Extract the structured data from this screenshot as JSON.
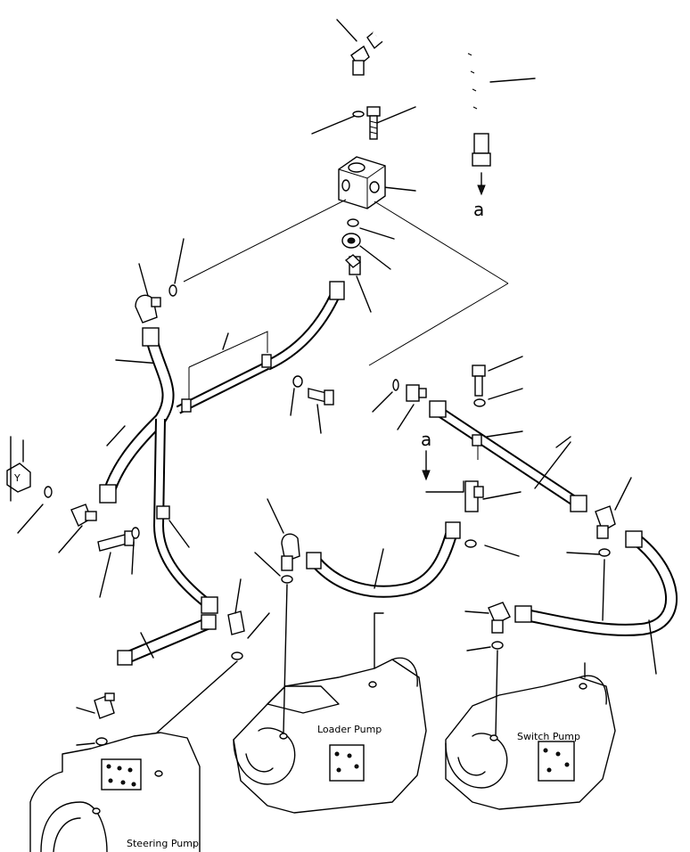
{
  "diagram": {
    "callouts": {
      "a_top": "a",
      "a_middle": "a"
    },
    "components": {
      "loader_pump": "Loader Pump",
      "switch_pump": "Switch Pump",
      "steering_pump": "Steering Pump"
    }
  }
}
